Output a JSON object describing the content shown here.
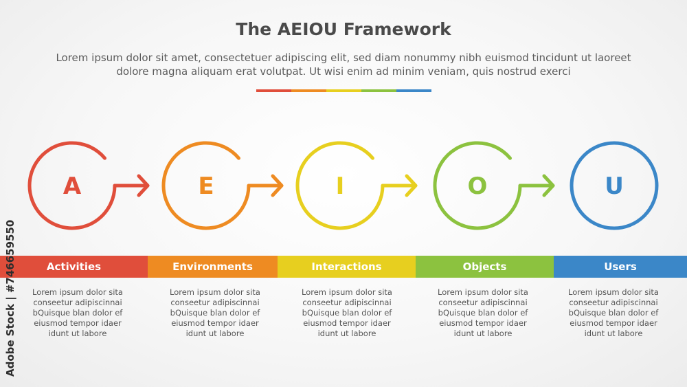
{
  "header": {
    "title": "The AEIOU Framework",
    "subtitle": "Lorem ipsum dolor sit amet, consectetuer adipiscing elit, sed diam nonummy nibh euismod tincidunt ut laoreet dolore magna aliquam erat volutpat. Ut wisi enim ad minim veniam, quis nostrud exerci"
  },
  "stages": [
    {
      "letter": "A",
      "label": "Activities",
      "color": "#e04e3b",
      "description": "Lorem ipsum dolor sita conseetur adipiscinnai bQuisque blan dolor ef eiusmod tempor idaer idunt ut labore"
    },
    {
      "letter": "E",
      "label": "Environments",
      "color": "#ee8b22",
      "description": "Lorem ipsum dolor sita conseetur adipiscinnai bQuisque blan dolor ef eiusmod tempor idaer idunt ut labore"
    },
    {
      "letter": "I",
      "label": "Interactions",
      "color": "#e7cf1f",
      "description": "Lorem ipsum dolor sita conseetur adipiscinnai bQuisque blan dolor ef eiusmod tempor idaer idunt ut labore"
    },
    {
      "letter": "O",
      "label": "Objects",
      "color": "#8cc23f",
      "description": "Lorem ipsum dolor sita conseetur adipiscinnai bQuisque blan dolor ef eiusmod tempor idaer idunt ut labore"
    },
    {
      "letter": "U",
      "label": "Users",
      "color": "#3b87c8",
      "description": "Lorem ipsum dolor sita conseetur adipiscinnai bQuisque blan dolor ef eiusmod tempor idaer idunt ut labore"
    }
  ],
  "watermark": {
    "side_text": "Adobe Stock | #746659550"
  }
}
